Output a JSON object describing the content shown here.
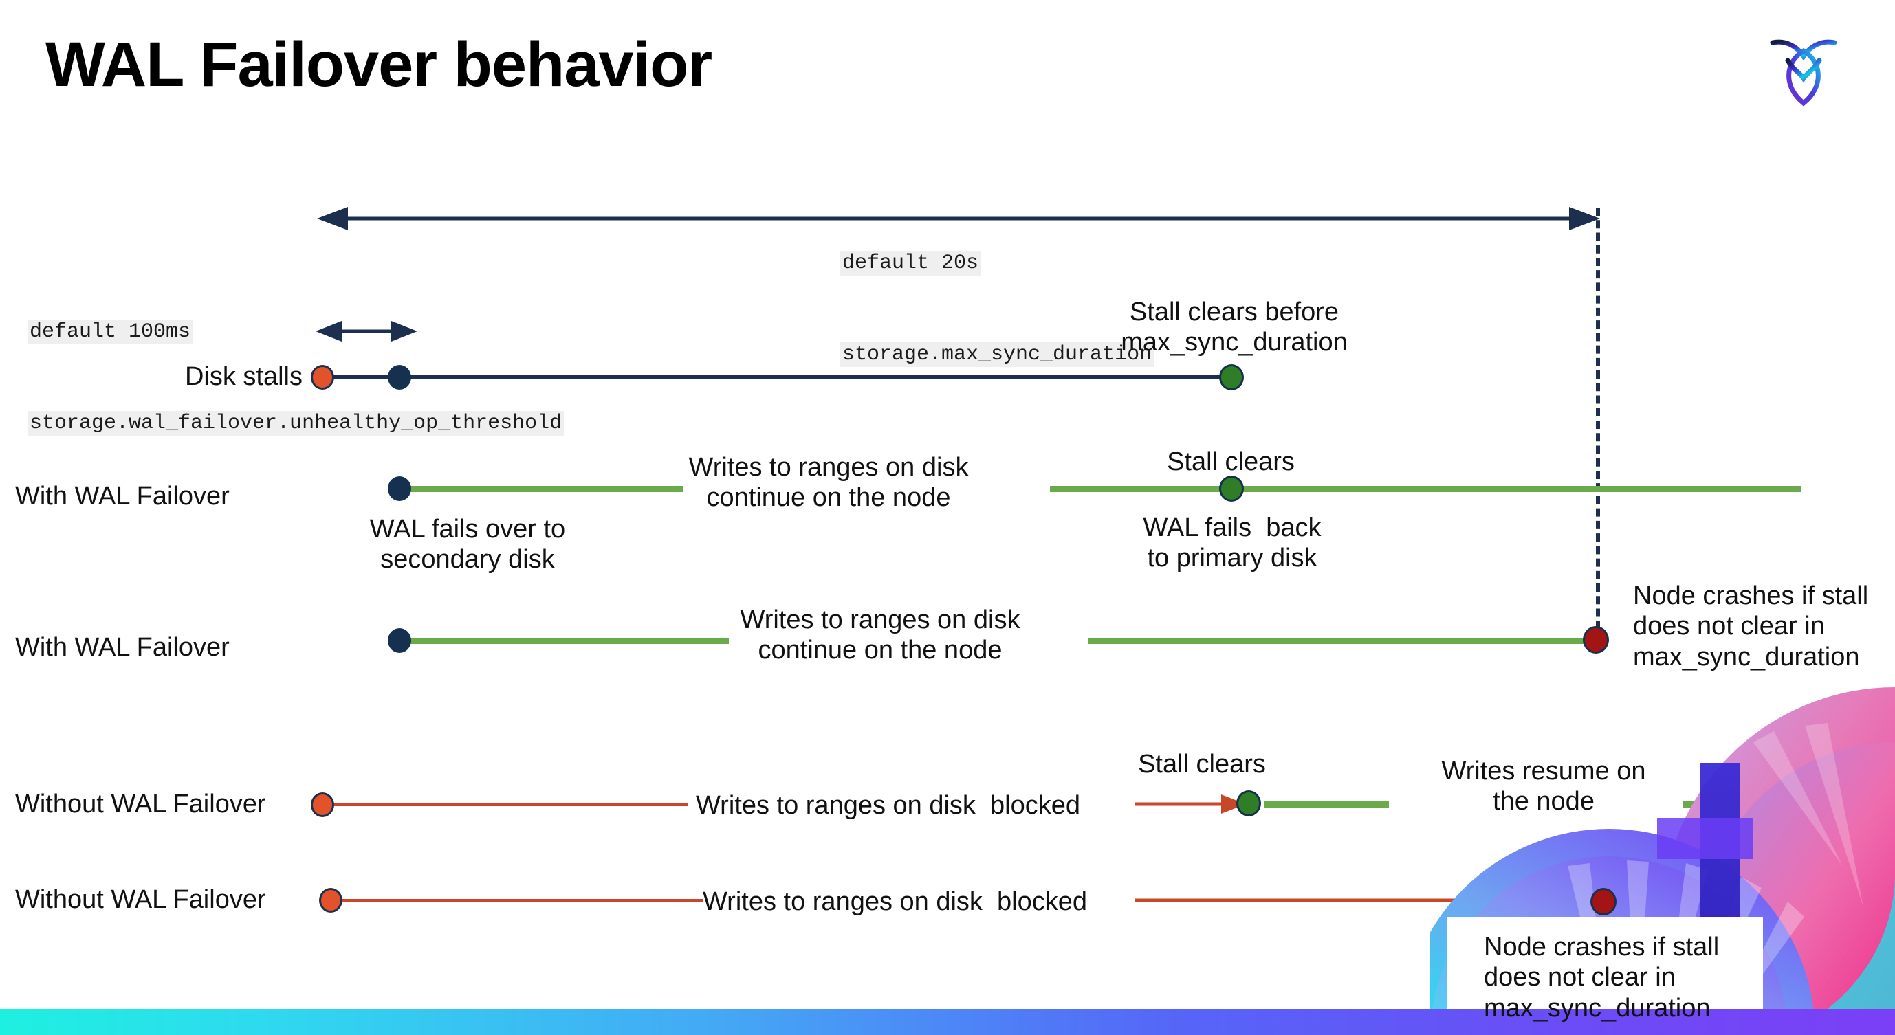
{
  "slide": {
    "title": "WAL Failover behavior",
    "logo_name": "cockroachdb-logo"
  },
  "annotations": {
    "max_sync": {
      "line1": "default 20s",
      "line2": "storage.max_sync_duration"
    },
    "unhealthy": {
      "line1": "default 100ms",
      "line2": "storage.wal_failover.unhealthy_op_threshold"
    }
  },
  "rows": [
    {
      "label": "Disk stalls",
      "note_above": "Stall clears before\nmax_sync_duration"
    },
    {
      "label": "With WAL Failover",
      "note_mid": "Writes to ranges on disk\ncontinue on the node",
      "note_above": "Stall clears",
      "note_below_left": "WAL fails over to\nsecondary disk",
      "note_below_right": "WAL fails  back\nto primary disk"
    },
    {
      "label": "With WAL Failover",
      "note_mid": "Writes to ranges on disk\ncontinue on the node",
      "note_right": "Node crashes if stall\ndoes not clear in\nmax_sync_duration"
    },
    {
      "label": "Without WAL Failover",
      "note_mid": "Writes to ranges on disk  blocked",
      "note_above": "Stall clears",
      "note_right": "Writes resume on\nthe node"
    },
    {
      "label": "Without WAL Failover",
      "note_mid": "Writes to ranges on disk  blocked",
      "note_below_right": "Node crashes if stall\ndoes not clear in\nmax_sync_duration"
    }
  ],
  "colors": {
    "navy": "#1c2f4e",
    "green_line": "#6aaa4a",
    "green_dot": "#2f7d26",
    "red_line": "#c8472a",
    "orange_dot": "#e2522b",
    "dark_red_dot": "#a31414",
    "code_bg": "#efefef",
    "bar_gradient_start": "#1ef0e0",
    "bar_gradient_end": "#7b3ff5"
  }
}
